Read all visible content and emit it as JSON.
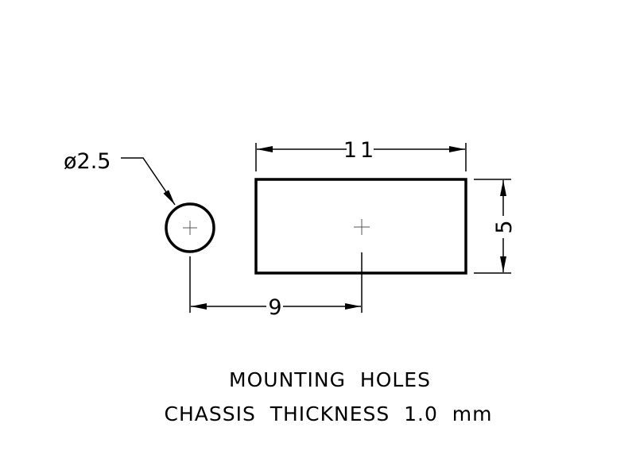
{
  "drawing": {
    "hole_diameter_label": "ø2.5",
    "slot_width_label": "11",
    "slot_height_label": "5",
    "center_distance_label": "9",
    "notes": [
      "MOUNTING  HOLES",
      "CHASSIS  THICKNESS  1.0  mm"
    ],
    "line_color": "#000000"
  }
}
